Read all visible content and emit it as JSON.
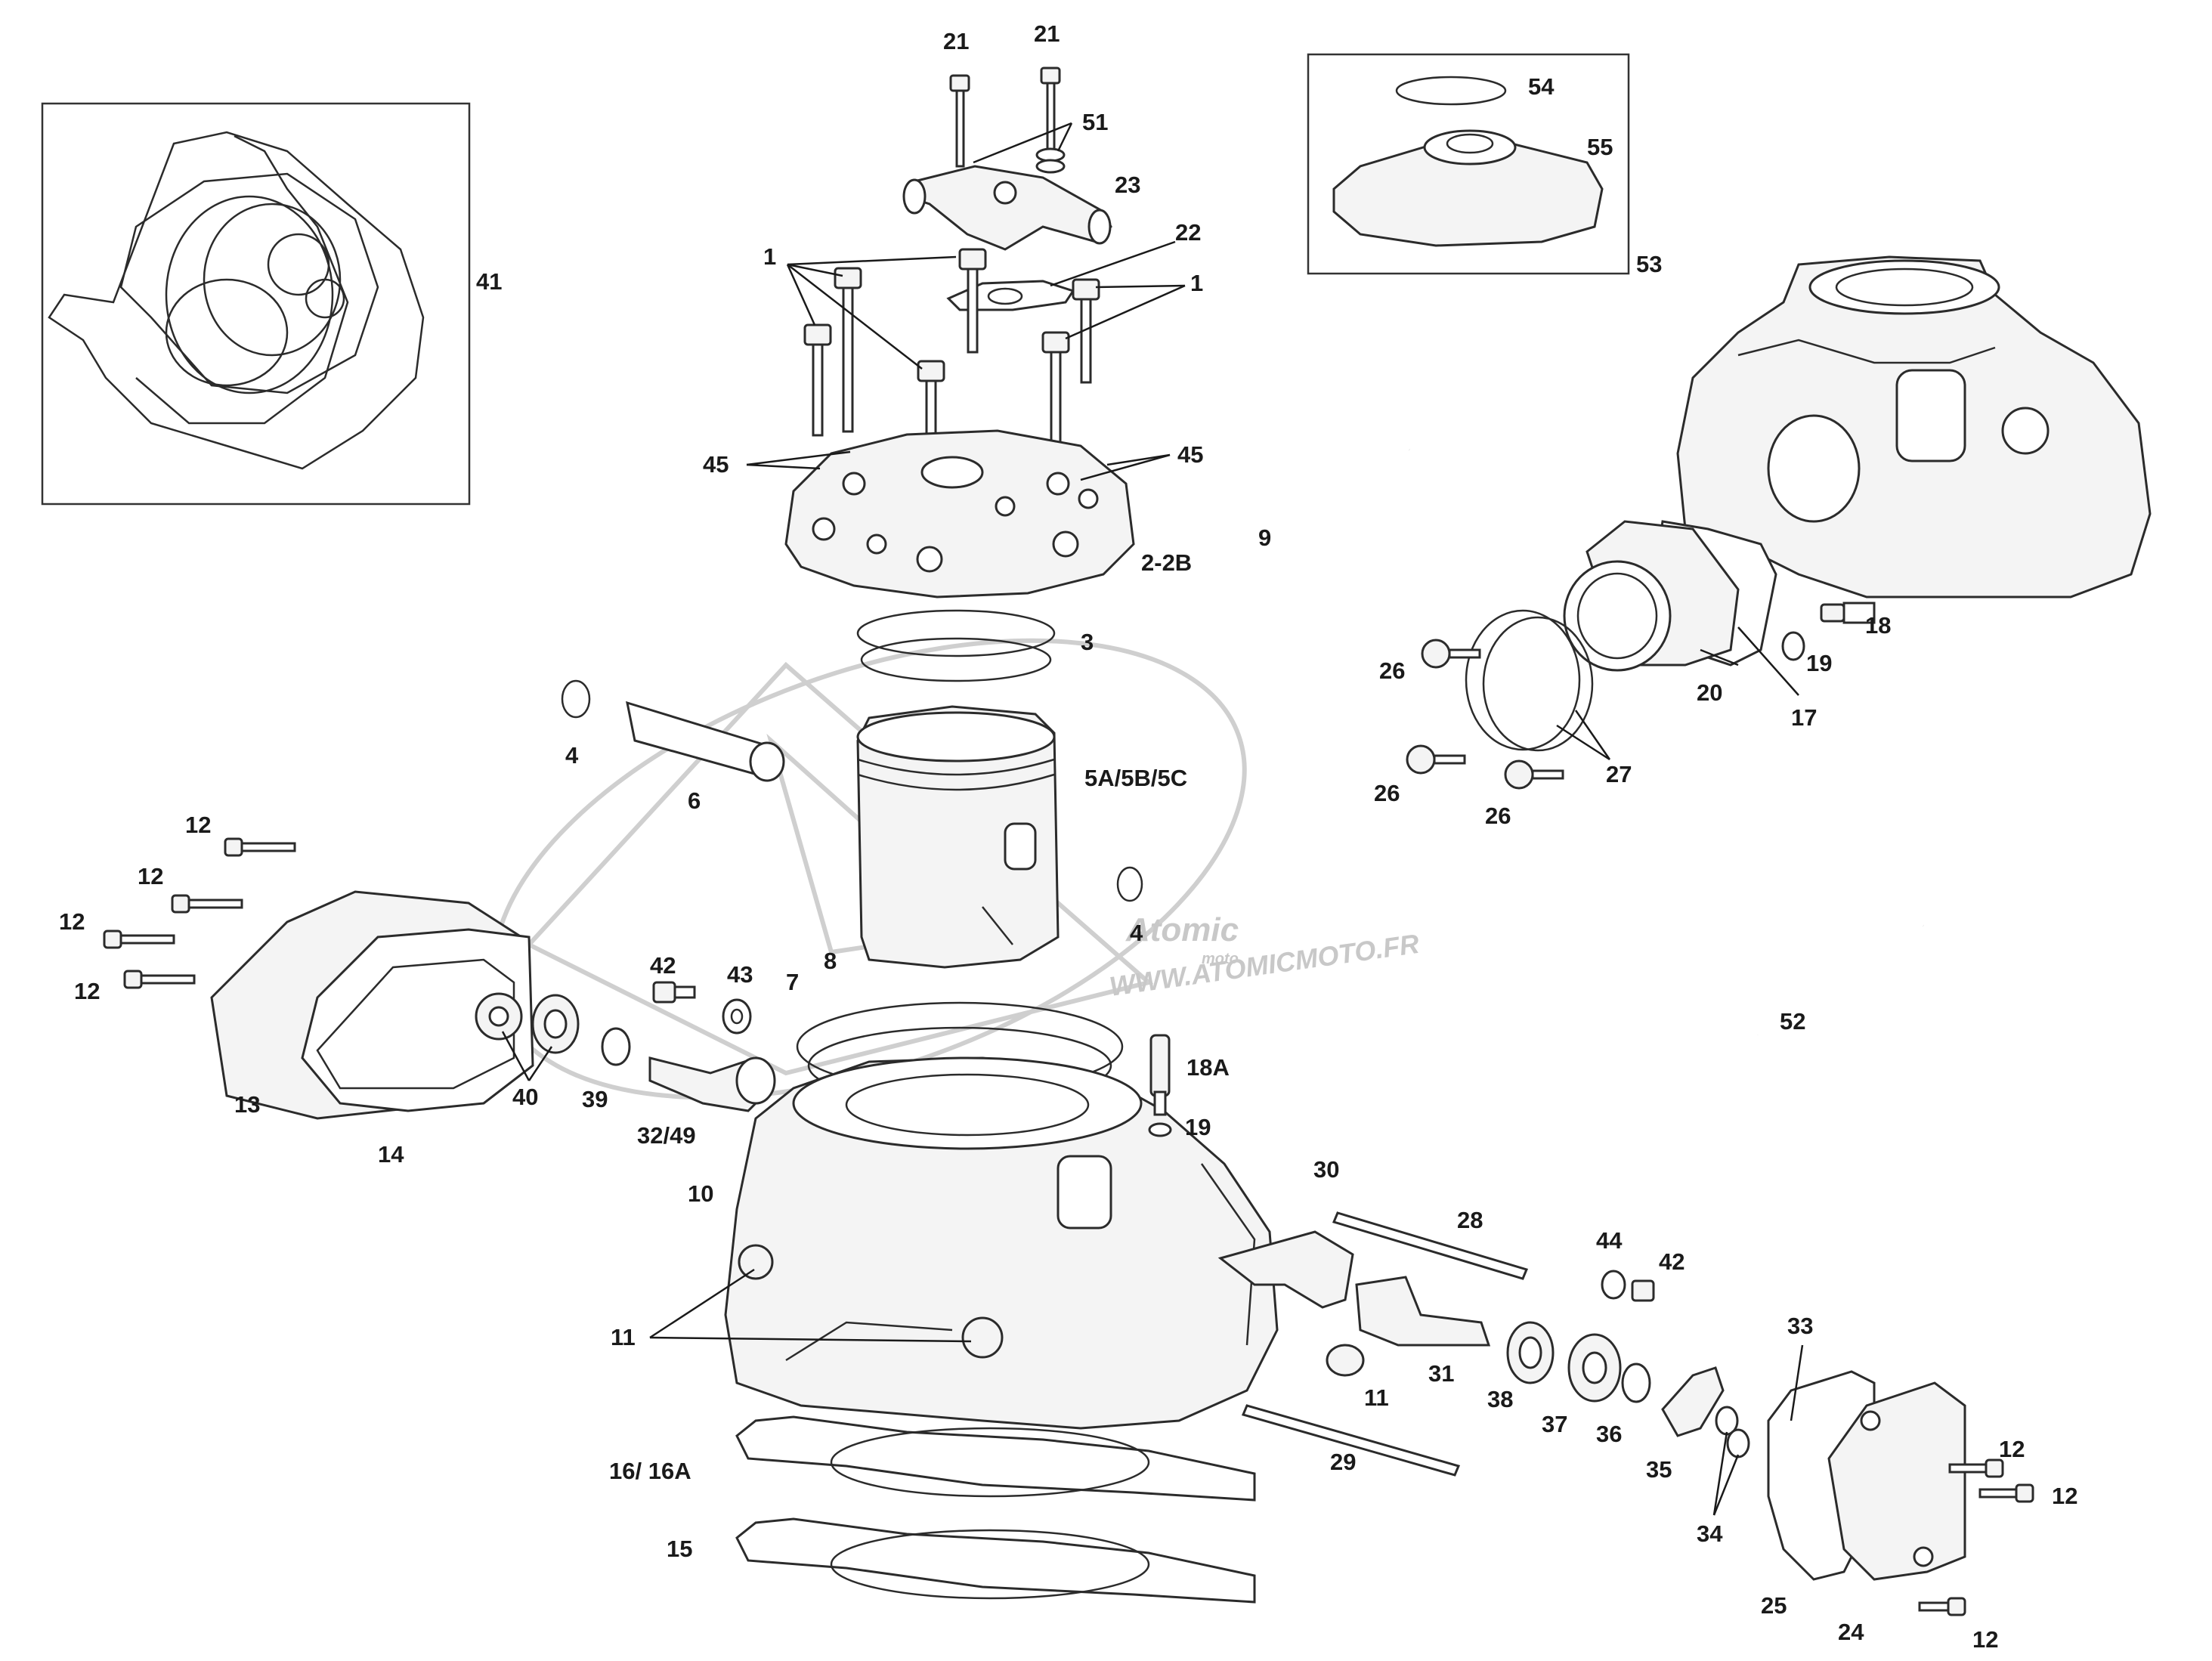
{
  "watermark": {
    "brand": "Atomic",
    "brand_sub": "moto",
    "url": "WWW.ATOMICMOTO.FR"
  },
  "callouts": {
    "c41": "41",
    "c21a": "21",
    "c21b": "21",
    "c51": "51",
    "c23": "23",
    "c22": "22",
    "c1a": "1",
    "c1b": "1",
    "c45a": "45",
    "c45b": "45",
    "c22b": "2-2B",
    "c3": "3",
    "c54": "54",
    "c55": "55",
    "c53": "53",
    "c9": "9",
    "c18": "18",
    "c19a": "19",
    "c20": "20",
    "c17": "17",
    "c26a": "26",
    "c26b": "26",
    "c26c": "26",
    "c27": "27",
    "c4a": "4",
    "c6": "6",
    "c5": "5A/5B/5C",
    "c4b": "4",
    "c12a": "12",
    "c12b": "12",
    "c12c": "12",
    "c12d": "12",
    "c13": "13",
    "c14": "14",
    "c40": "40",
    "c39": "39",
    "c42a": "42",
    "c43": "43",
    "c3249": "32/49",
    "c8": "8",
    "c7": "7",
    "c18a": "18A",
    "c19b": "19",
    "c52": "52",
    "c10": "10",
    "c30": "30",
    "c28": "28",
    "c44": "44",
    "c42b": "42",
    "c11a": "11",
    "c11b": "11",
    "c31": "31",
    "c38": "38",
    "c37": "37",
    "c36": "36",
    "c33": "33",
    "c12e": "12",
    "c12f": "12",
    "c12g": "12",
    "c35": "35",
    "c34": "34",
    "c29": "29",
    "c1616a": "16/ 16A",
    "c15": "15",
    "c25": "25",
    "c24": "24"
  }
}
